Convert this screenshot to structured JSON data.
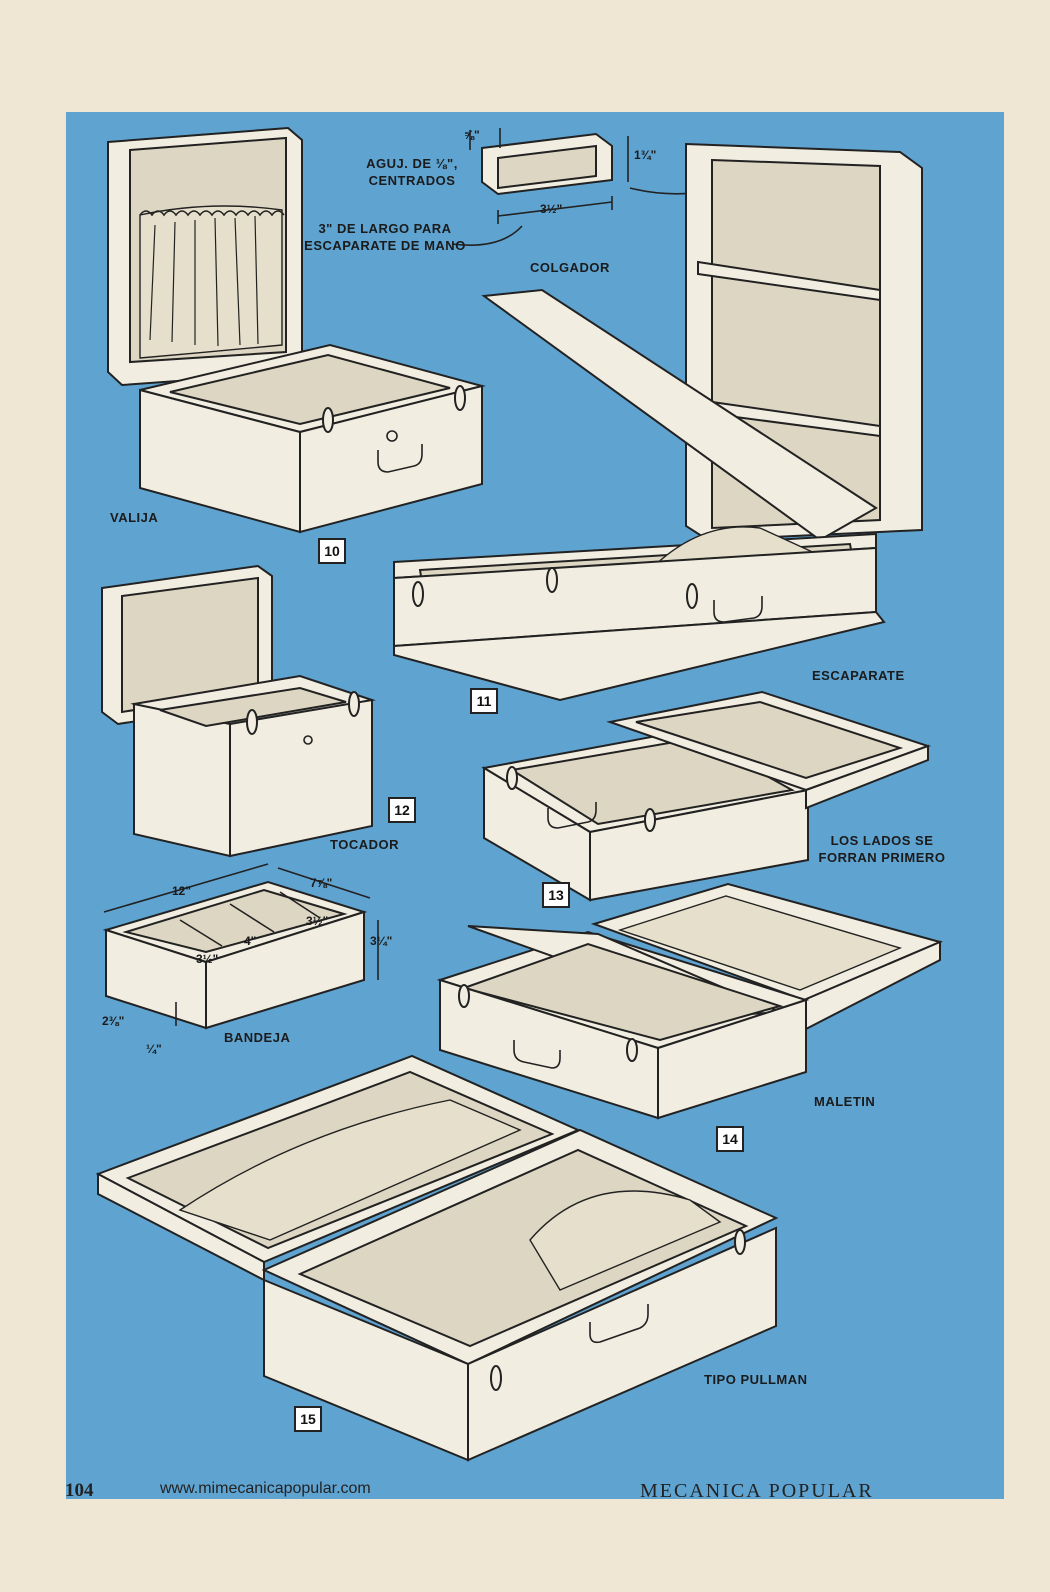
{
  "figures": {
    "valija": {
      "name": "VALIJA",
      "number": "10"
    },
    "escaparate": {
      "name": "ESCAPARATE",
      "number": "11"
    },
    "tocador": {
      "name": "TOCADOR",
      "number": "12"
    },
    "forrado": {
      "note_line1": "LOS LADOS SE",
      "note_line2": "FORRAN PRIMERO",
      "number": "13"
    },
    "maletin": {
      "name": "MALETIN",
      "number": "14"
    },
    "pullman": {
      "name": "TIPO PULLMAN",
      "number": "15"
    }
  },
  "colgador": {
    "title": "COLGADOR",
    "hole_line1": "AGUJ. DE ⅛\",",
    "hole_line2": "CENTRADOS",
    "length_line1": "3\" DE LARGO PARA",
    "length_line2": "ESCAPARATE DE MANO",
    "dim_58": "⅝\"",
    "dim_134": "1¾\"",
    "dim_312": "3½\""
  },
  "bandeja": {
    "title": "BANDEJA",
    "dim_12": "12\"",
    "dim_778": "7⅞\"",
    "dim_312_a": "3½\"",
    "dim_4": "4\"",
    "dim_312_b": "3½\"",
    "dim_314": "3¼\"",
    "dim_238": "2⅜\"",
    "dim_14": "¼\""
  },
  "footer": {
    "page_number": "104",
    "website": "www.mimecanicapopular.com",
    "magazine": "MECANICA POPULAR"
  },
  "colors": {
    "paper": "#efe6d3",
    "panel_blue": "#5fa3d1",
    "ink": "#1b1b1b",
    "box_fill": "#f1ede0"
  }
}
